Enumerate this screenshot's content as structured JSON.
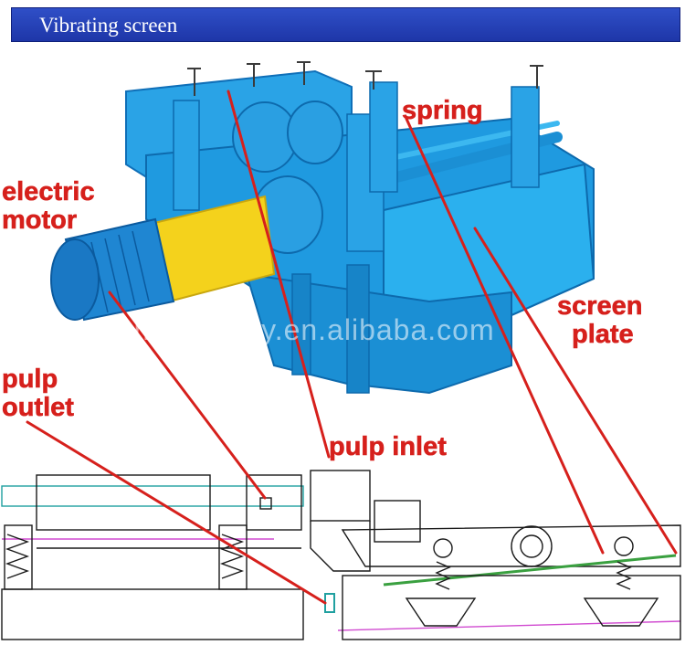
{
  "header": {
    "title": "Vibrating screen"
  },
  "labels": {
    "spring": "spring",
    "electric_motor_line1": "electric",
    "electric_motor_line2": "motor",
    "screen_plate_line1": "screen",
    "screen_plate_line2": "plate",
    "pulp_outlet_line1": "pulp",
    "pulp_outlet_line2": "outlet",
    "pulp_inlet": "pulp inlet"
  },
  "watermark": "gmmachinery.en.alibaba.com",
  "colors": {
    "header_bg": "#2540b8",
    "machine_blue": "#1e9be0",
    "machine_dark": "#0f6fb8",
    "motor_yellow": "#f4d21c",
    "label_red": "#d6201c",
    "drawing_line": "#1a1a1a",
    "drawing_magenta": "#d04ad0",
    "drawing_green": "#3aa040",
    "drawing_teal": "#20a0a0"
  }
}
